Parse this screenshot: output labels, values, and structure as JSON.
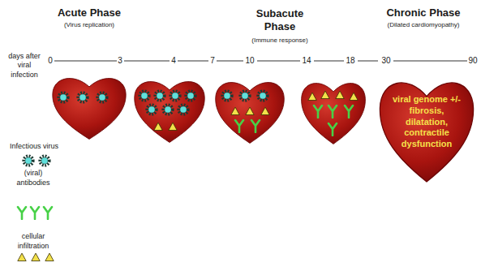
{
  "diagram": {
    "nodes": [
      {
        "text": [
          "viral genome +/- fibrosis, dilatation, contractile dysfunction"
        ]
      }
    ],
    "labels": [
      "Acute Phase",
      "(Virus replication)",
      "Subacute Phase",
      "(Immune response)",
      "Chronic Phase",
      "(Dilated cardiomyopathy)",
      "days after viral infection",
      "0",
      "3",
      "4",
      "7",
      "10",
      "14",
      "18",
      "30",
      "90"
    ],
    "legend": [
      {
        "text": "Infectious virus"
      },
      {
        "text": "(viral) antibodies"
      },
      {
        "text": "cellular infiltration"
      }
    ]
  }
}
